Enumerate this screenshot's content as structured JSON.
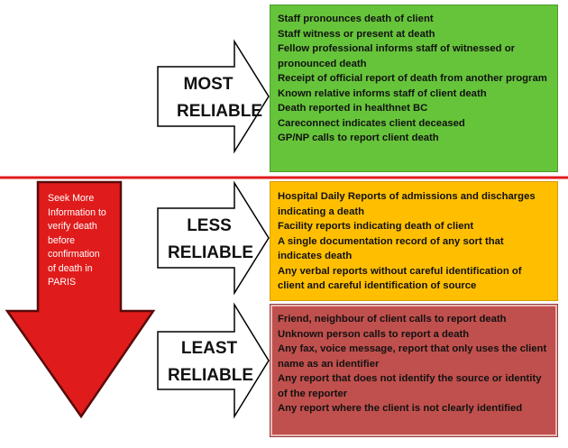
{
  "levels": {
    "most": {
      "line1": "MOST",
      "line2": "RELIABLE"
    },
    "less": {
      "line1": "LESS",
      "line2": "RELIABLE"
    },
    "least": {
      "line1": "LEAST",
      "line2": "RELIABLE"
    }
  },
  "most_items": [
    "Staff pronounces death of client",
    "Staff witness or present at death",
    "Fellow professional informs staff of witnessed or pronounced death",
    "Receipt of official  report of death from another program",
    "Known relative informs staff of client  death",
    "Death reported in healthnet BC",
    "Careconnect indicates client deceased",
    "GP/NP calls to report client death"
  ],
  "less_items": [
    "Hospital Daily Reports of admissions and discharges indicating a death",
    "Facility reports indicating death of client",
    "A single documentation record of any sort that indicates death",
    "Any verbal reports without careful identification  of client and careful identification  of source"
  ],
  "least_items": [
    "Friend, neighbour of client calls to report death",
    "Unknown person calls to report a death",
    "Any fax, voice message, report that only uses the client name as an identifier",
    "Any report that does not identify the source or identity of the reporter",
    "Any report where the client is not clearly identified"
  ],
  "side_note": "Seek More Information to verify death before confirmation of death in PARIS",
  "colors": {
    "most": "#66c43a",
    "less": "#ffbf00",
    "least": "#c0504d",
    "down_arrow": "#e01b1b",
    "divider": "#e01b1b"
  }
}
